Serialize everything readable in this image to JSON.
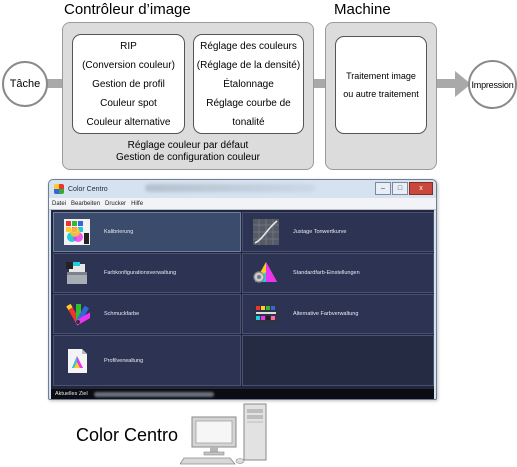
{
  "diagram": {
    "controller_title": "Contrôleur d’image",
    "machine_title": "Machine",
    "left_node": "Tâche",
    "right_node": "Impression",
    "box_left_lines": [
      "RIP",
      "(Conversion couleur)",
      "Gestion de profil",
      "Couleur spot",
      "Couleur alternative"
    ],
    "box_right_lines": [
      "Réglage des couleurs",
      "(Réglage de la densité)",
      "Étalonnage",
      "Réglage courbe de",
      "tonalité"
    ],
    "controller_note_lines": [
      "Réglage couleur par défaut",
      "Gestion de configuration couleur"
    ],
    "machine_box_lines": [
      "Traitement image",
      "ou autre traitement"
    ]
  },
  "window": {
    "title": "Color Centro",
    "controls": {
      "minimize": "–",
      "maximize": "□",
      "close": "x"
    },
    "menu": [
      "Datei",
      "Bearbeiten",
      "Drucker",
      "Hilfe"
    ],
    "tiles": [
      {
        "label": "Kalibrierung",
        "icon": "calibration-icon",
        "selected": true
      },
      {
        "label": "Justage Tonwertkurve",
        "icon": "tone-curve-icon",
        "selected": false
      },
      {
        "label": "Farbkonfigurationsverwaltung",
        "icon": "color-config-icon",
        "selected": false
      },
      {
        "label": "Standardfarb-Einstellungen",
        "icon": "default-color-icon",
        "selected": false
      },
      {
        "label": "Schmuckfarbe",
        "icon": "spot-color-icon",
        "selected": false
      },
      {
        "label": "Alternative Farbverwaltung",
        "icon": "alternative-color-icon",
        "selected": false
      },
      {
        "label": "Profilverwaltung",
        "icon": "profile-icon",
        "selected": false
      }
    ],
    "status_label": "Aktuelles Ziel"
  },
  "caption": "Color Centro",
  "colors": {
    "flow_line": "#a9a9a9",
    "outer_box": "#dcdcdc",
    "tile_background": "#2d3352",
    "tile_selected": "#3a4b6c"
  }
}
